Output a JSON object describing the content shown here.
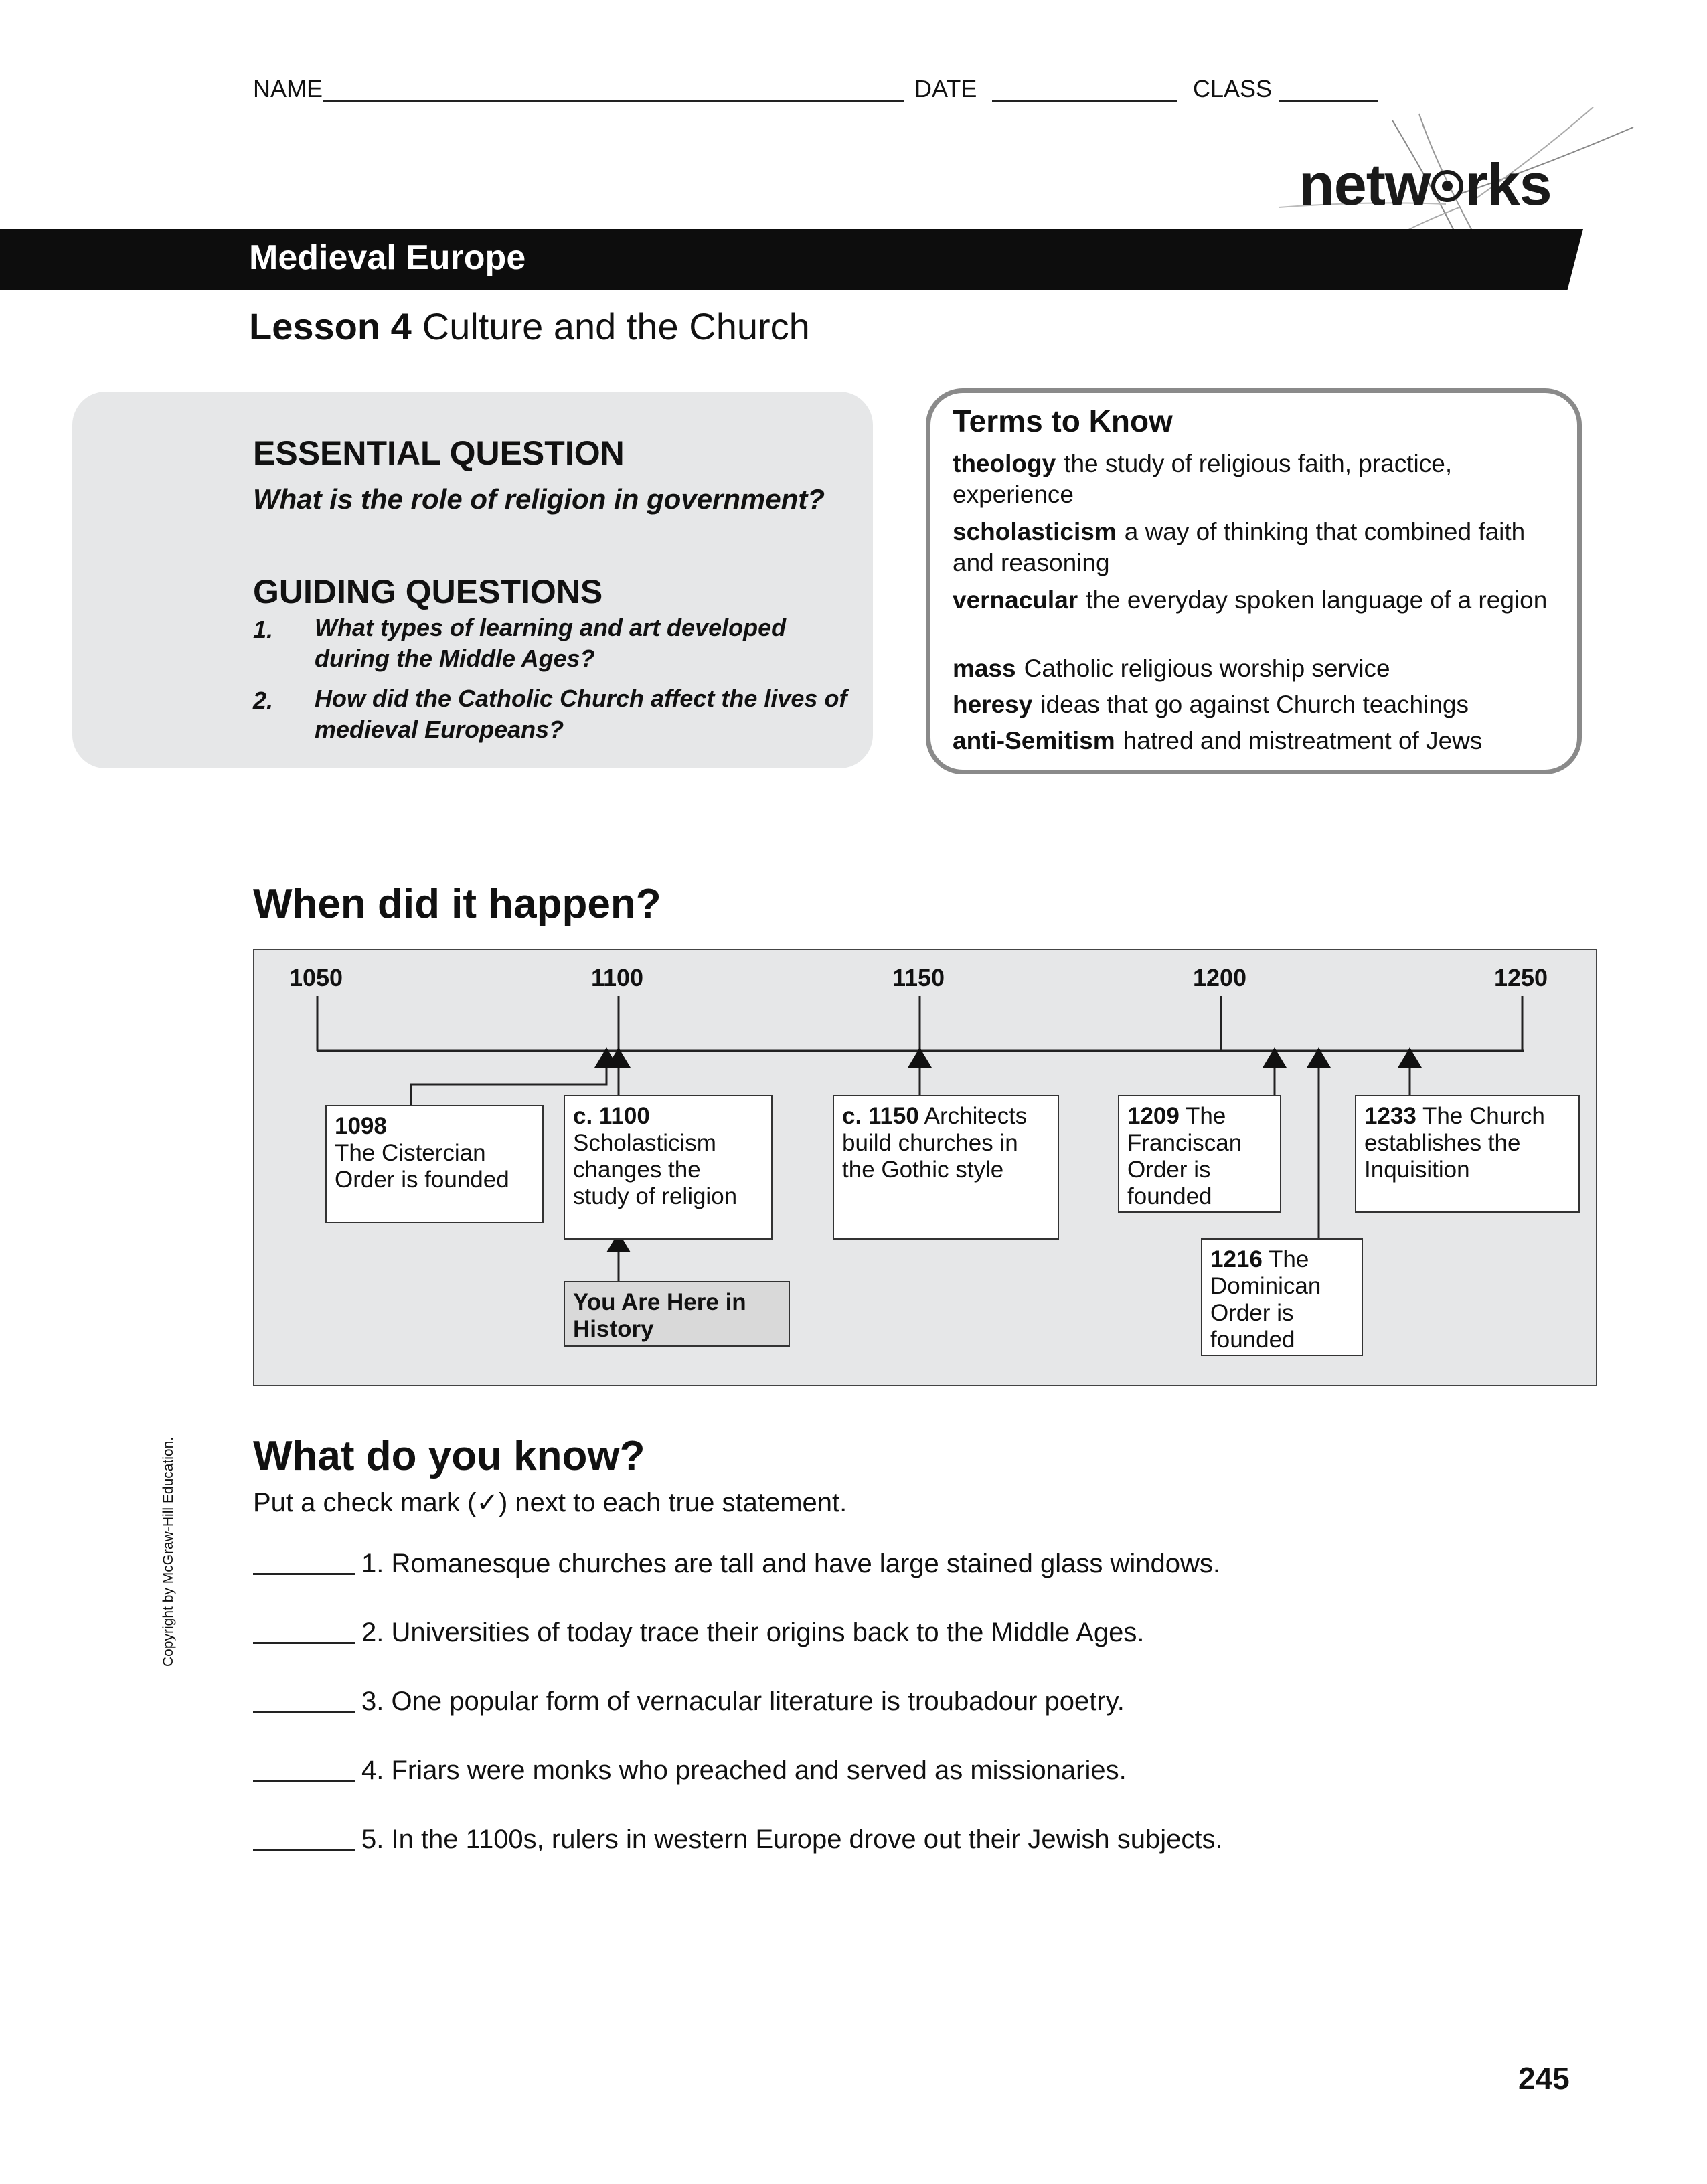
{
  "header": {
    "name_label": "NAME",
    "date_label": "DATE",
    "class_label": "CLASS"
  },
  "brand": {
    "prefix": "netw",
    "suffix": "rks"
  },
  "banner": {
    "title": "Medieval Europe"
  },
  "lesson": {
    "number": "Lesson 4",
    "title": "Culture and the Church"
  },
  "essential": {
    "heading": "ESSENTIAL QUESTION",
    "question": "What is the role of religion in government?",
    "guiding_heading": "GUIDING QUESTIONS",
    "guiding": [
      {
        "num": "1.",
        "text": "What types of learning and art developed during the Middle Ages?"
      },
      {
        "num": "2.",
        "text": "How did the Catholic Church affect the lives of medieval Europeans?"
      }
    ]
  },
  "terms": {
    "heading": "Terms to Know",
    "items": [
      {
        "term": "theology",
        "def": "the study of religious faith, practice, experience"
      },
      {
        "term": "scholasticism",
        "def": "a way of thinking that combined faith and reasoning"
      },
      {
        "term": "vernacular",
        "def": "the everyday spoken language of a region"
      },
      {
        "term": "mass",
        "def": "Catholic religious worship service"
      },
      {
        "term": "heresy",
        "def": "ideas that go against Church teachings"
      },
      {
        "term": "anti-Semitism",
        "def": "hatred and mistreatment of Jews"
      }
    ]
  },
  "timeline": {
    "heading": "When did it happen?",
    "years": [
      "1050",
      "1100",
      "1150",
      "1200",
      "1250"
    ],
    "events": [
      {
        "year": 1098,
        "date": "1098",
        "text": "The Cistercian Order is founded"
      },
      {
        "year": 1100,
        "date": "c. 1100",
        "text": "Scholasticism changes the study of religion"
      },
      {
        "year": 1150,
        "date": "c. 1150",
        "text": "Architects build churches in the Gothic style"
      },
      {
        "year": 1209,
        "date": "1209",
        "text": "The Franciscan Order is founded"
      },
      {
        "year": 1216,
        "date": "1216",
        "text": "The Dominican Order is founded"
      },
      {
        "year": 1233,
        "date": "1233",
        "text": "The Church establishes the Inquisition"
      }
    ],
    "you_are_here": "You Are Here in History"
  },
  "quiz": {
    "heading": "What do you know?",
    "instruction": "Put a check mark (✓) next to each true statement.",
    "statements": [
      "1. Romanesque churches are tall and have large stained glass windows.",
      "2. Universities of today trace their origins back to the Middle Ages.",
      "3. One popular form of vernacular literature is troubadour poetry.",
      "4. Friars were monks who preached and served as missionaries.",
      "5. In the 1100s, rulers in western Europe drove out their Jewish subjects."
    ]
  },
  "footer": {
    "copyright": "Copyright by McGraw-Hill Education.",
    "page_number": "245"
  }
}
